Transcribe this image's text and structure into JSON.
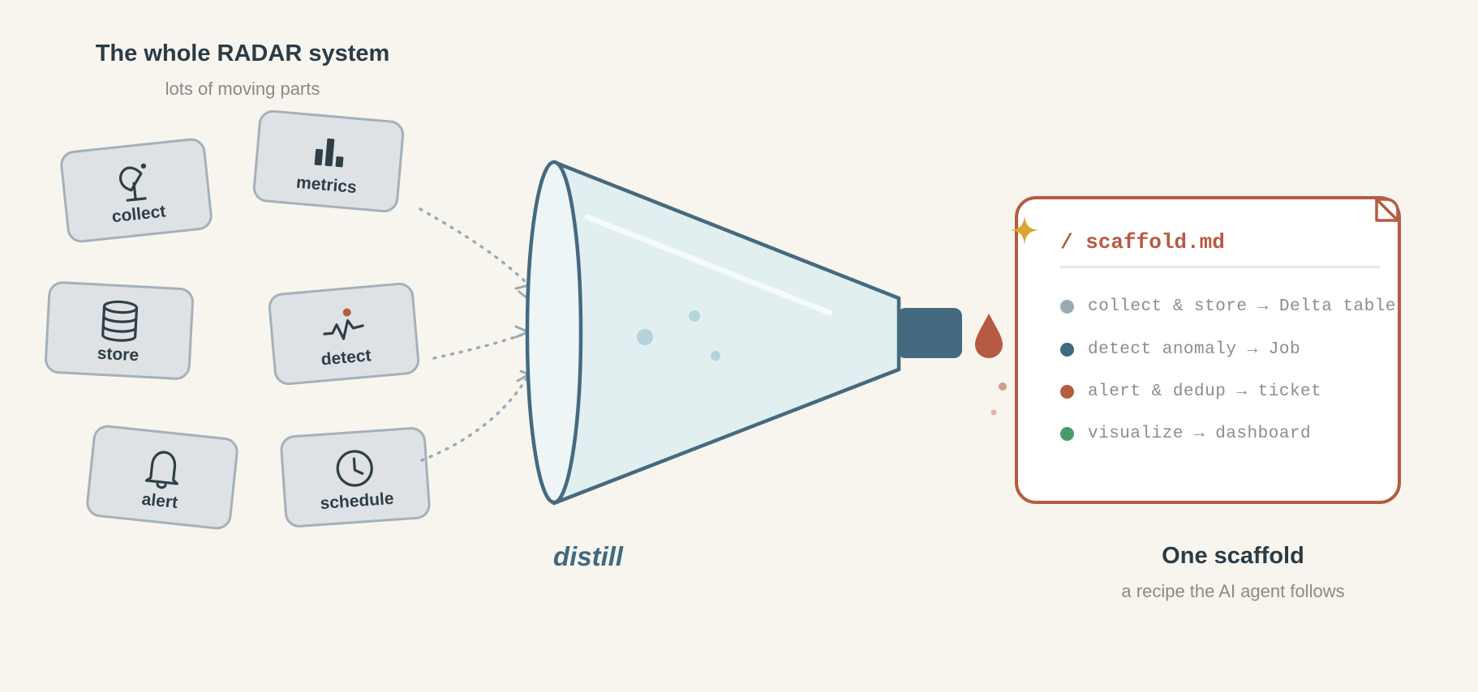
{
  "left": {
    "title": "The whole RADAR system",
    "subtitle": "lots of moving parts"
  },
  "center": {
    "label": "distill"
  },
  "right": {
    "title": "One scaffold",
    "subtitle": "a recipe the AI agent follows"
  },
  "components": [
    {
      "label": "collect",
      "icon": "satellite-dish-icon"
    },
    {
      "label": "metrics",
      "icon": "bar-chart-icon"
    },
    {
      "label": "store",
      "icon": "database-icon"
    },
    {
      "label": "detect",
      "icon": "anomaly-pulse-icon"
    },
    {
      "label": "alert",
      "icon": "bell-icon"
    },
    {
      "label": "schedule",
      "icon": "clock-icon"
    }
  ],
  "scaffold": {
    "title": "/ scaffold.md",
    "steps": [
      {
        "text": "collect & store → Delta table",
        "color": "#9aabb5"
      },
      {
        "text": "detect anomaly → Job",
        "color": "#3f6a80"
      },
      {
        "text": "alert & dedup → ticket",
        "color": "#b65b42"
      },
      {
        "text": "visualize → dashboard",
        "color": "#4a9a6c"
      }
    ]
  },
  "colors": {
    "background": "#f8f5ef",
    "funnel_stroke": "#456a7f",
    "funnel_fill": "#e1eff1",
    "accent": "#b65b42",
    "sparkle": "#d9a632"
  }
}
